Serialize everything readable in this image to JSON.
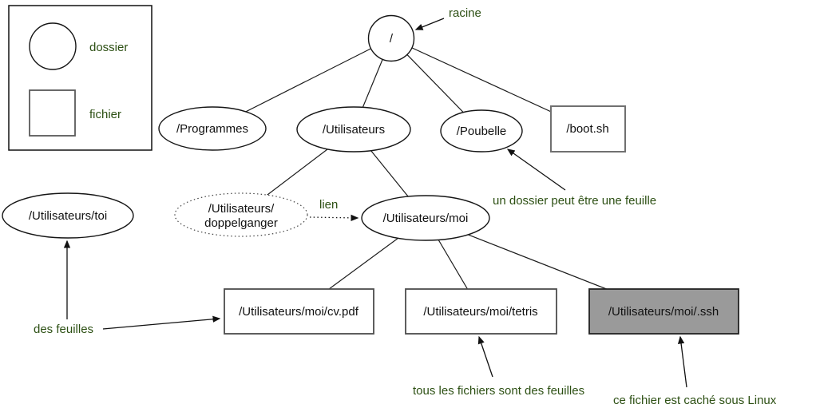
{
  "diagram": {
    "type": "filesystem-tree",
    "colors": {
      "annotation_green": "#2d5014",
      "node_fill": "#ffffff",
      "node_stroke": "#151515",
      "file_stroke": "#4d4d4d",
      "hidden_file_fill": "#9a9a9a"
    },
    "legend": {
      "dossier": "dossier",
      "fichier": "fichier"
    },
    "nodes": {
      "root": {
        "label": "/",
        "shape": "circle"
      },
      "programmes": {
        "label": "/Programmes",
        "shape": "ellipse"
      },
      "utilisateurs": {
        "label": "/Utilisateurs",
        "shape": "ellipse"
      },
      "poubelle": {
        "label": "/Poubelle",
        "shape": "ellipse"
      },
      "boot_sh": {
        "label": "/boot.sh",
        "shape": "rect"
      },
      "toi": {
        "label": "/Utilisateurs/toi",
        "shape": "ellipse"
      },
      "doppelganger": {
        "label_line1": "/Utilisateurs/",
        "label_line2": "doppelganger",
        "shape": "ellipse-dotted"
      },
      "moi": {
        "label": "/Utilisateurs/moi",
        "shape": "ellipse"
      },
      "cv_pdf": {
        "label": "/Utilisateurs/moi/cv.pdf",
        "shape": "rect"
      },
      "tetris": {
        "label": "/Utilisateurs/moi/tetris",
        "shape": "rect"
      },
      "ssh": {
        "label": "/Utilisateurs/moi/.ssh",
        "shape": "rect",
        "fill": "#9a9a9a"
      }
    },
    "annotations": {
      "racine": "racine",
      "lien": "lien",
      "poubelle_note": "un dossier peut être une feuille",
      "feuilles_note": "des feuilles",
      "fichiers_note": "tous les fichiers sont des feuilles",
      "cache_note": "ce fichier est caché sous Linux"
    },
    "edges": [
      {
        "from": "/",
        "to": "/Programmes"
      },
      {
        "from": "/",
        "to": "/Utilisateurs"
      },
      {
        "from": "/",
        "to": "/Poubelle"
      },
      {
        "from": "/",
        "to": "/boot.sh"
      },
      {
        "from": "/Utilisateurs",
        "to": "/Utilisateurs/doppelganger"
      },
      {
        "from": "/Utilisateurs",
        "to": "/Utilisateurs/moi"
      },
      {
        "from": "/Utilisateurs/doppelganger",
        "to": "/Utilisateurs/moi",
        "style": "dotted",
        "label": "lien"
      },
      {
        "from": "/Utilisateurs/moi",
        "to": "/Utilisateurs/moi/cv.pdf"
      },
      {
        "from": "/Utilisateurs/moi",
        "to": "/Utilisateurs/moi/tetris"
      },
      {
        "from": "/Utilisateurs/moi",
        "to": "/Utilisateurs/moi/.ssh"
      }
    ]
  }
}
